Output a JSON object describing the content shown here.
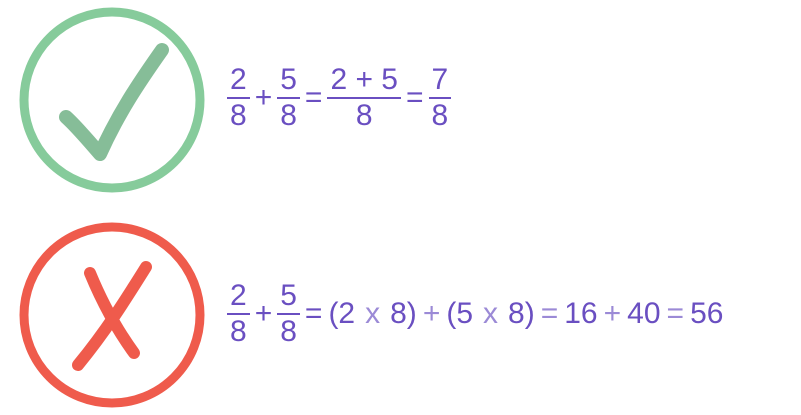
{
  "colors": {
    "check_circle": "#86cb9b",
    "check_mark": "#86bd98",
    "cross_circle": "#ef5b4c",
    "cross_mark": "#ef5b4c",
    "math_text": "#6a4fc1"
  },
  "icons": {
    "correct": "check-icon",
    "wrong": "cross-icon"
  },
  "correct_equation": {
    "frac1": {
      "num": "2",
      "den": "8"
    },
    "plus": "+",
    "frac2": {
      "num": "5",
      "den": "8"
    },
    "eq1": "=",
    "frac3": {
      "num": "2 + 5",
      "den": "8"
    },
    "eq2": "=",
    "frac4": {
      "num": "7",
      "den": "8"
    }
  },
  "wrong_equation": {
    "frac1": {
      "num": "2",
      "den": "8"
    },
    "plus": "+",
    "frac2": {
      "num": "5",
      "den": "8"
    },
    "eq1": "=",
    "p1_open": "(2",
    "times1": "x",
    "p1_close": "8)",
    "plus2": "+",
    "p2_open": "(5",
    "times2": "x",
    "p2_close": "8)",
    "eq2": "=",
    "v1": "16",
    "plus3": "+",
    "v2": "40",
    "eq3": "=",
    "result": "56"
  }
}
